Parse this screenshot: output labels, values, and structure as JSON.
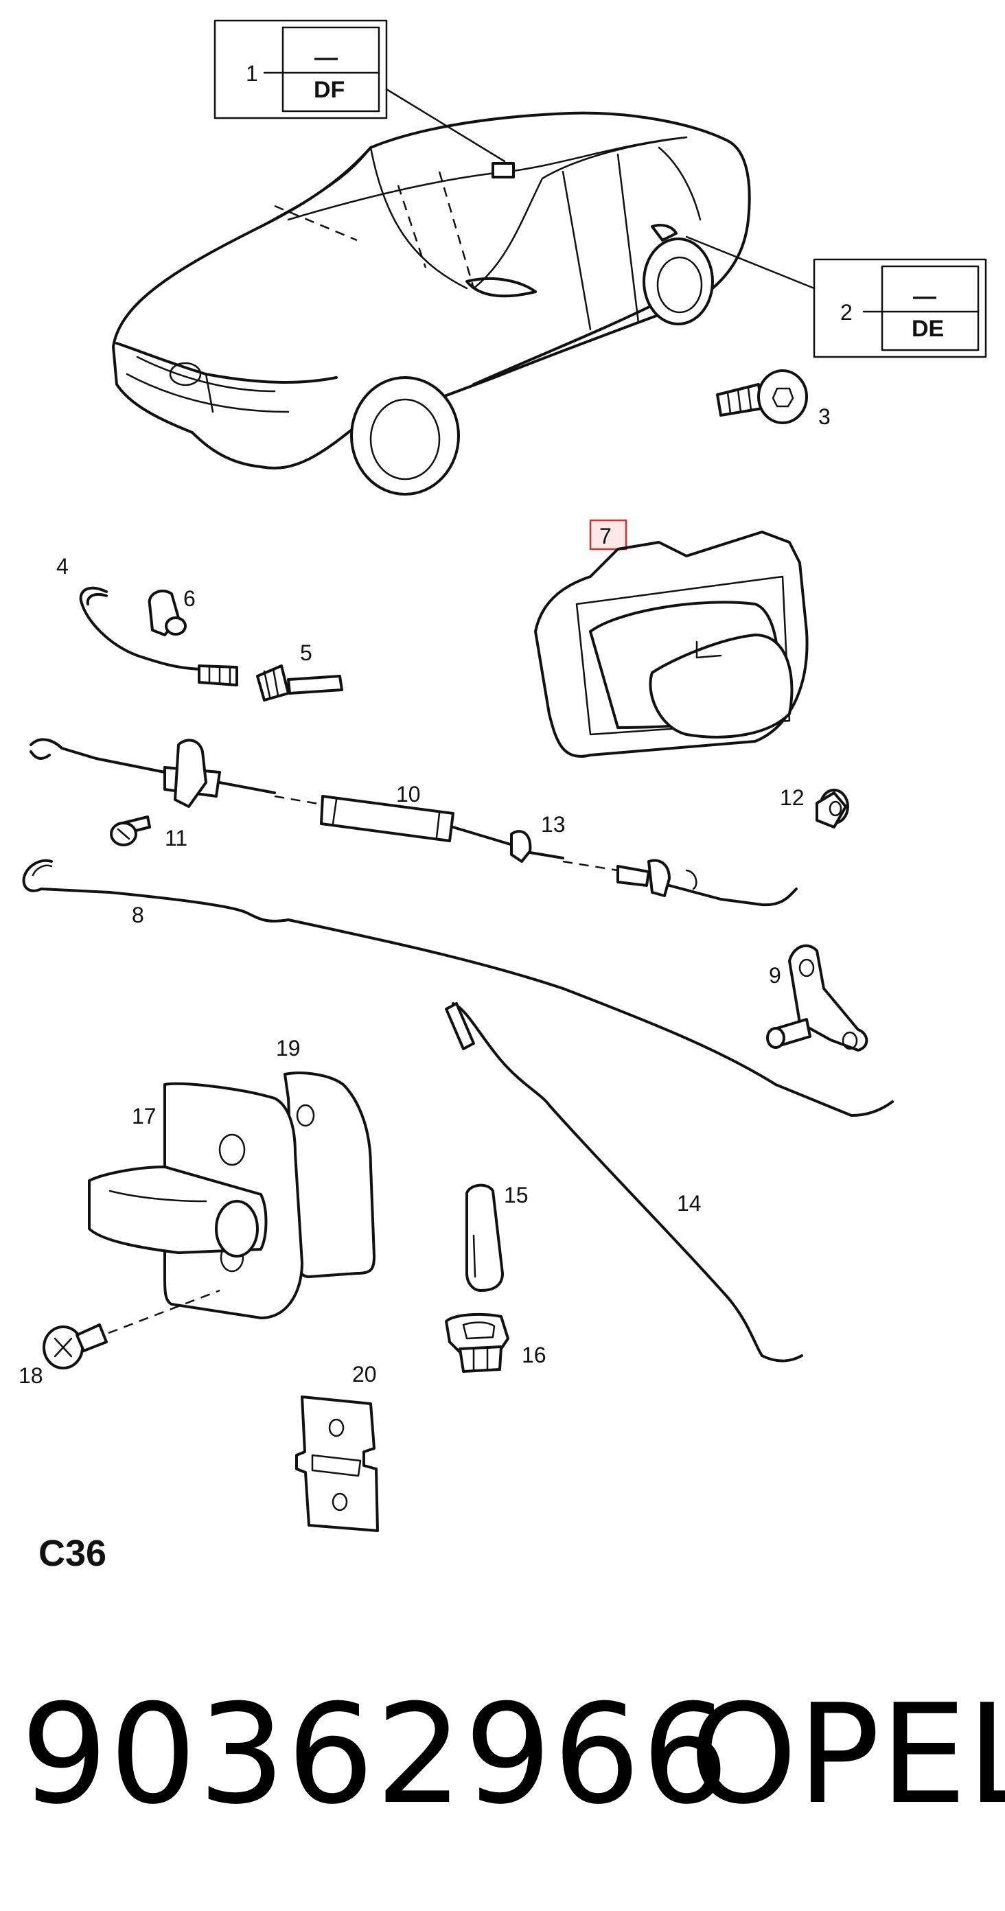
{
  "callouts": {
    "c1": "1",
    "c2": "2",
    "c3": "3",
    "c4": "4",
    "c5": "5",
    "c6": "6",
    "c7": "7",
    "c8": "8",
    "c9": "9",
    "c10": "10",
    "c11": "11",
    "c12": "12",
    "c13": "13",
    "c14": "14",
    "c15": "15",
    "c16": "16",
    "c17": "17",
    "c18": "18",
    "c19": "19",
    "c20": "20"
  },
  "boxes": {
    "df_top": "—",
    "df_label": "DF",
    "de_top": "—",
    "de_label": "DE"
  },
  "diagram_code": "C36",
  "footer": {
    "part_number": "90362966",
    "brand": "OPEL"
  },
  "highlight_color": "#d32f2f"
}
